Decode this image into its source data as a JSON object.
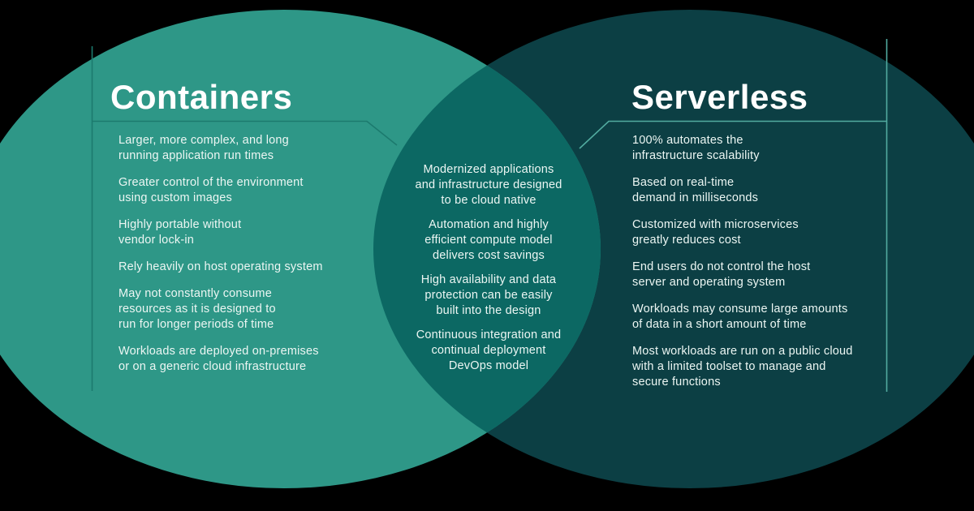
{
  "canvas": {
    "background_color": "#000000",
    "text_color": "#ecf6f3",
    "title_color": "#ffffff"
  },
  "venn": {
    "left_ellipse_color": "#2E9787",
    "right_ellipse_color": "#0C3F44",
    "overlap_color": "#0C6863",
    "left_accent_line_color": "#1C7A6E",
    "right_accent_line_color": "#52ABA0"
  },
  "left": {
    "title": "Containers",
    "items": [
      "Larger, more complex, and long\nrunning application run times",
      "Greater control of the environment\nusing custom images",
      "Highly portable without\nvendor lock-in",
      "Rely heavily on host operating system",
      "May not constantly consume\nresources as it is designed to\nrun for longer periods of time",
      "Workloads are deployed on-premises\nor on a generic cloud infrastructure"
    ]
  },
  "middle": {
    "items": [
      "Modernized applications\nand infrastructure designed\nto be cloud native",
      "Automation and highly\nefficient compute model\ndelivers cost savings",
      "High availability and data\nprotection can be easily\nbuilt into the design",
      "Continuous integration and\ncontinual deployment\nDevOps model"
    ]
  },
  "right": {
    "title": "Serverless",
    "items": [
      "100% automates the\ninfrastructure scalability",
      "Based on real-time\ndemand in milliseconds",
      "Customized with microservices\ngreatly reduces cost",
      "End users do not control the host\nserver and operating system",
      "Workloads may consume large amounts\nof data in a short amount of time",
      "Most workloads are run on a public cloud\nwith a limited toolset to manage and\nsecure functions"
    ]
  }
}
